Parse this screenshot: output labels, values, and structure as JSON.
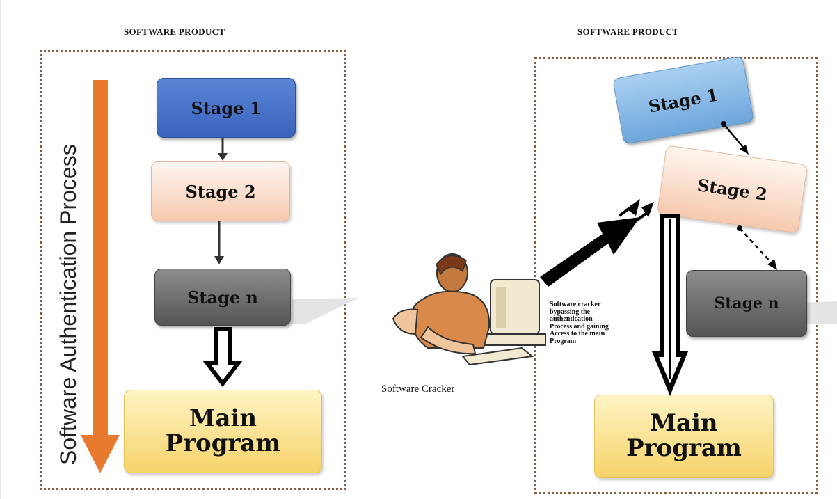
{
  "left_panel": {
    "heading": "SOFTWARE PRODUCT",
    "process_label": "Software Authentication Process",
    "stage1": "Stage 1",
    "stage2": "Stage 2",
    "stagen": "Stage n",
    "main_line1": "Main",
    "main_line2": "Program"
  },
  "right_panel": {
    "heading": "SOFTWARE PRODUCT",
    "stage1": "Stage 1",
    "stage2": "Stage 2",
    "stagen": "Stage n",
    "main_line1": "Main",
    "main_line2": "Program",
    "bypass_note": [
      "Software cracker",
      "bypassing the",
      "authentication",
      "Process and gaining",
      "Access to the main",
      "Program"
    ]
  },
  "cracker": {
    "label": "Software Cracker"
  },
  "colors": {
    "dotted_border": "#8a5a3a",
    "stage1": "#4a74cc",
    "stage2": "#f8d6c2",
    "stagen": "#6e6e6e",
    "main_program": "#f8dc7e",
    "process_arrow": "#e87a30"
  }
}
